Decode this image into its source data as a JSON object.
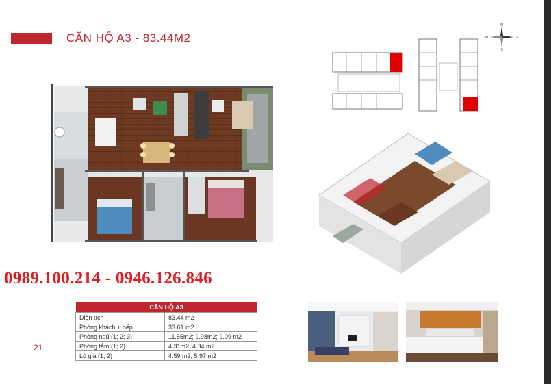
{
  "title": "CĂN HỘ A3 - 83.44M2",
  "phones": "0989.100.214 - 0946.126.846",
  "page_number": "21",
  "colors": {
    "accent": "#c0262d",
    "phone": "#e11b22"
  },
  "spec_table": {
    "header": "CĂN HỘ A3",
    "rows": [
      {
        "label": "Diện tích",
        "value": "83.44 m2"
      },
      {
        "label": "Phòng khách + bếp",
        "value": "33.61 m2"
      },
      {
        "label": "Phòng ngủ (1; 2; 3)",
        "value": "11.55m2; 9.98m2; 9.09 m2"
      },
      {
        "label": "Phòng tắm (1; 2)",
        "value": "4.31m2; 4.34 m2"
      },
      {
        "label": "Lô gia (1; 2)",
        "value": "4.59 m2; 5.97 m2"
      }
    ]
  },
  "compass_labels": {
    "n": "N",
    "e": "E",
    "w": "W",
    "s": "S"
  },
  "icons": {
    "compass": "compass-rose-icon"
  }
}
